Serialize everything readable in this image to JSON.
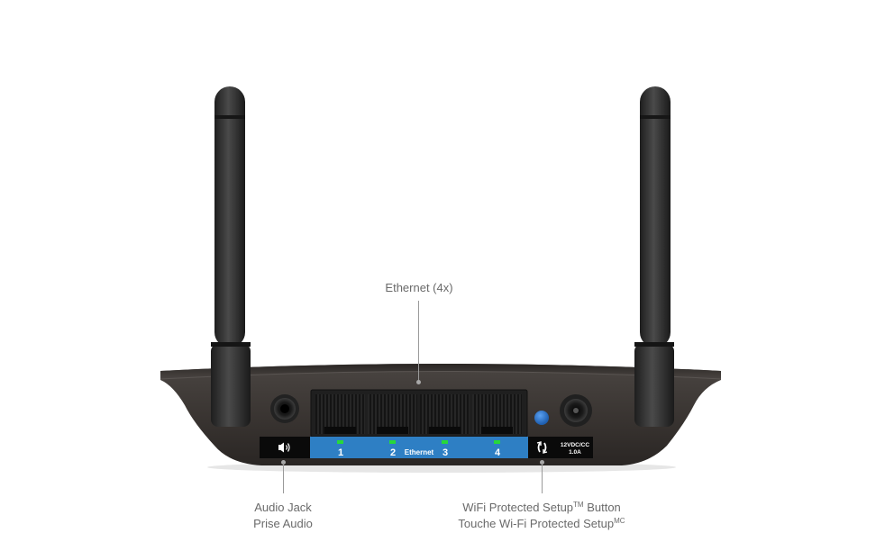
{
  "callouts": {
    "ethernet": {
      "text": "Ethernet (4x)"
    },
    "audio": {
      "line1": "Audio Jack",
      "line2": "Prise Audio"
    },
    "wps": {
      "line1": "WiFi Protected Setup",
      "line1_mark": "TM",
      "line1_suffix": " Button",
      "line2": "Touche Wi-Fi Protected Setup",
      "line2_mark": "MC"
    }
  },
  "panel": {
    "ethernet_label": "Ethernet",
    "port_numbers": [
      "1",
      "2",
      "3",
      "4"
    ],
    "power_rating_line1": "12VDC/CC",
    "power_rating_line2": "1.0A"
  },
  "icons": {
    "audio": "audio-waves-icon",
    "wps": "wps-arrows-icon"
  },
  "colors": {
    "body": "#3a3532",
    "label_strip": "#2e7fc4",
    "led": "#27d83a",
    "wps_button": "#1f6fd0",
    "callout_text": "#6a6a6a"
  }
}
